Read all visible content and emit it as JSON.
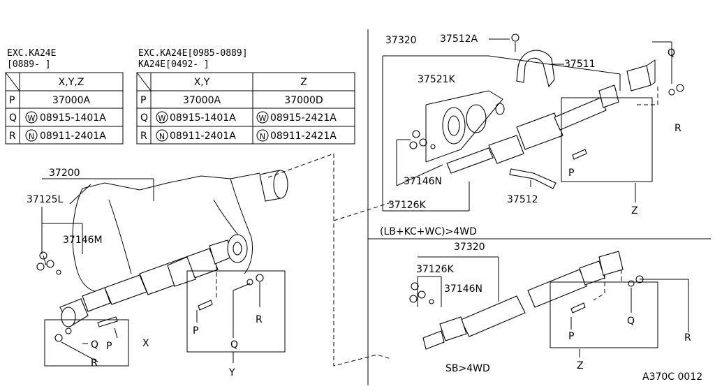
{
  "table_left": {
    "header_line1": "EXC.KA24E",
    "header_line2": "[0889-      ]",
    "col_header": "X,Y,Z",
    "rows": [
      {
        "key": "P",
        "value": "37000A",
        "symbol": ""
      },
      {
        "key": "Q",
        "value": "08915-1401A",
        "symbol": "W"
      },
      {
        "key": "R",
        "value": "08911-2401A",
        "symbol": "N"
      }
    ]
  },
  "table_right": {
    "header_line1": "EXC.KA24E[0985-0889]",
    "header_line2": "KA24E[0492-      ]",
    "col_header_1": "X,Y",
    "col_header_2": "Z",
    "rows": [
      {
        "key": "P",
        "v1": "37000A",
        "s1": "",
        "v2": "37000D",
        "s2": ""
      },
      {
        "key": "Q",
        "v1": "08915-1401A",
        "s1": "W",
        "v2": "08915-2421A",
        "s2": "W"
      },
      {
        "key": "R",
        "v1": "08911-2401A",
        "s1": "N",
        "v2": "08911-2421A",
        "s2": "N"
      }
    ]
  },
  "labels": {
    "p37200": "37200",
    "p37125L": "37125L",
    "p37146M": "37146M",
    "x": "X",
    "y": "Y",
    "q_left": "Q",
    "p_left": "P",
    "r_left": "R",
    "p_y": "P",
    "q_y": "Q",
    "r_y": "R",
    "top_37320": "37320",
    "top_37512A": "37512A",
    "top_37511": "37511",
    "top_37521K": "37521K",
    "top_37146N": "37146N",
    "top_37126K": "37126K",
    "top_37512": "37512",
    "top_q": "Q",
    "top_r": "R",
    "top_p": "P",
    "top_z": "Z",
    "variant_4wd": "(LB+KC+WC)>4WD",
    "bot_37320": "37320",
    "bot_37126K": "37126K",
    "bot_37146N": "37146N",
    "bot_q": "Q",
    "bot_r": "R",
    "bot_p": "P",
    "bot_z": "Z",
    "variant_sb": "SB>4WD",
    "diagram_code": "A370C 0012"
  }
}
